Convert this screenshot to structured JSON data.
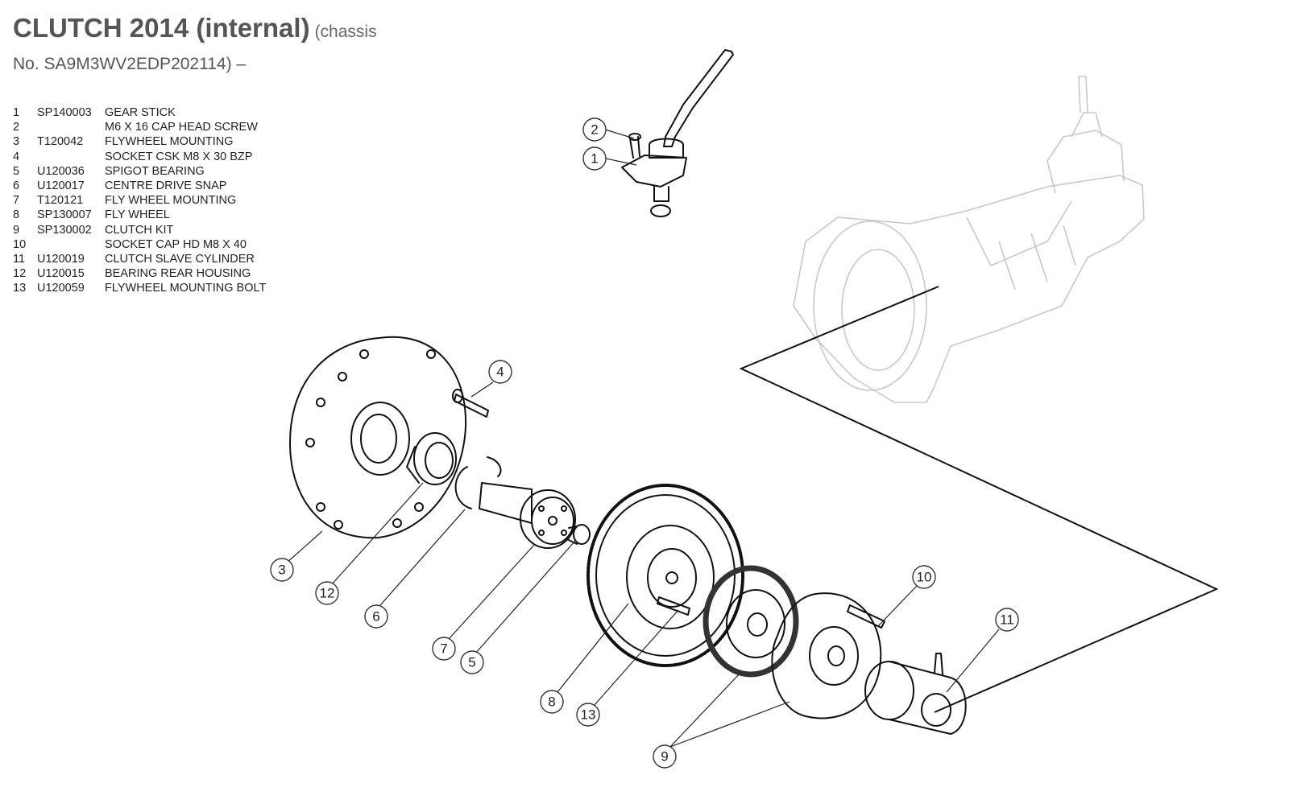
{
  "header": {
    "title": "CLUTCH 2014 (internal)",
    "subtitle": "(chassis",
    "chassis_line": "No. SA9M3WV2EDP202114)  –"
  },
  "parts_list": [
    {
      "num": "1",
      "part": "SP140003",
      "desc": "GEAR STICK"
    },
    {
      "num": "2",
      "part": "",
      "desc": "M6 X 16 CAP HEAD SCREW"
    },
    {
      "num": "3",
      "part": "T120042",
      "desc": "FLYWHEEL MOUNTING"
    },
    {
      "num": "4",
      "part": "",
      "desc": "SOCKET CSK M8 X 30 BZP"
    },
    {
      "num": "5",
      "part": "U120036",
      "desc": "SPIGOT BEARING"
    },
    {
      "num": "6",
      "part": "U120017",
      "desc": "CENTRE DRIVE SNAP"
    },
    {
      "num": "7",
      "part": "T120121",
      "desc": "FLY WHEEL MOUNTING"
    },
    {
      "num": "8",
      "part": "SP130007",
      "desc": "FLY WHEEL"
    },
    {
      "num": "9",
      "part": "SP130002",
      "desc": "CLUTCH KIT"
    },
    {
      "num": "10",
      "part": "",
      "desc": "SOCKET CAP HD M8 X 40"
    },
    {
      "num": "11",
      "part": "U120019",
      "desc": "CLUTCH SLAVE CYLINDER"
    },
    {
      "num": "12",
      "part": "U120015",
      "desc": "BEARING REAR HOUSING"
    },
    {
      "num": "13",
      "part": "U120059",
      "desc": "FLYWHEEL MOUNTING BOLT"
    }
  ],
  "callouts": {
    "c1": "1",
    "c2": "2",
    "c3": "3",
    "c4": "4",
    "c5": "5",
    "c6": "6",
    "c7": "7",
    "c8": "8",
    "c9": "9",
    "c10": "10",
    "c11": "11",
    "c12": "12",
    "c13": "13"
  }
}
